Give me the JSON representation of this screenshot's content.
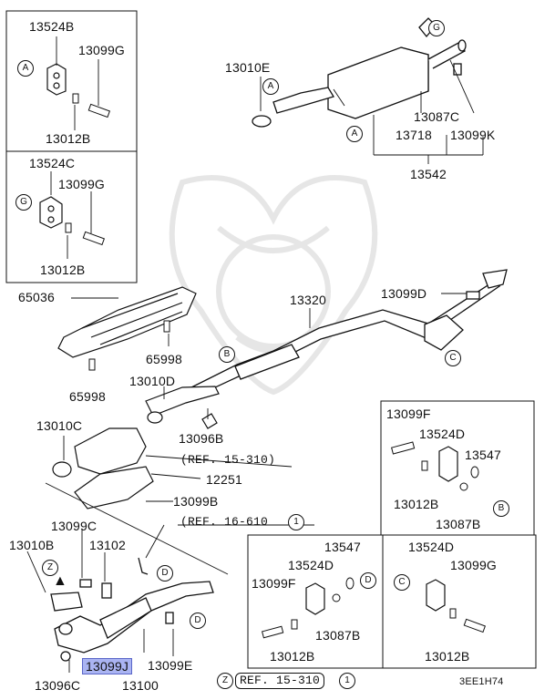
{
  "diagram_code": "3EE1H74",
  "part_numbers": {
    "p13524B": "13524B",
    "p13099G_1": "13099G",
    "p13012B_1": "13012B",
    "p13524C": "13524C",
    "p13099G_2": "13099G",
    "p13012B_2": "13012B",
    "p65036": "65036",
    "p65998_1": "65998",
    "p65998_2": "65998",
    "p13010E": "13010E",
    "p13087C": "13087C",
    "p13718": "13718",
    "p13099K": "13099K",
    "p13542": "13542",
    "p13320": "13320",
    "p13099D": "13099D",
    "p13010D": "13010D",
    "p13096B": "13096B",
    "p13010C": "13010C",
    "p12251": "12251",
    "p13099B": "13099B",
    "p13099C": "13099C",
    "p13010B": "13010B",
    "p13102": "13102",
    "p13099J": "13099J",
    "p13099E": "13099E",
    "p13096C": "13096C",
    "p13100": "13100",
    "p13099F_1": "13099F",
    "p13524D_1": "13524D",
    "p13547_1": "13547",
    "p13012B_3": "13012B",
    "p13087B_1": "13087B",
    "p13547_2": "13547",
    "p13524D_2": "13524D",
    "p13099F_2": "13099F",
    "p13087B_2": "13087B",
    "p13012B_4": "13012B",
    "p13524D_3": "13524D",
    "p13099G_3": "13099G",
    "p13012B_5": "13012B"
  },
  "refs": {
    "ref_15_310": "(REF. 15-310)",
    "ref_16_610": "(REF. 16-610",
    "ref_bottom": "REF. 15-310"
  },
  "callouts": {
    "A": "A",
    "B": "B",
    "C": "C",
    "D": "D",
    "G": "G",
    "Z": "Z",
    "one": "1"
  },
  "highlighted_part": "13099J",
  "colors": {
    "highlight": "#aab4f2",
    "line": "#111111",
    "watermark": "#e4e4e4"
  }
}
